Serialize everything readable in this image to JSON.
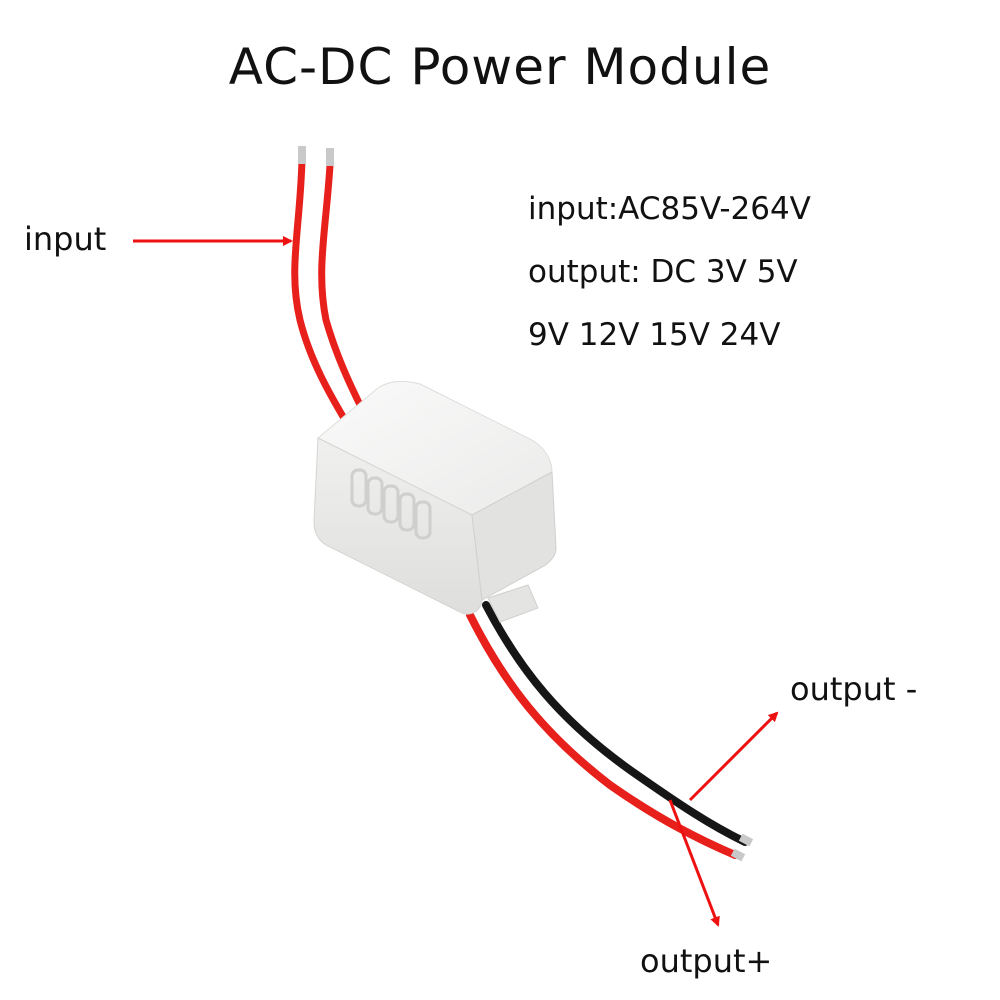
{
  "title": "AC-DC Power Module",
  "specs": {
    "line1": "input:AC85V-264V",
    "line2": "output: DC 3V 5V",
    "line3": "9V 12V 15V 24V"
  },
  "labels": {
    "input": "input",
    "output_minus": "output -",
    "output_plus": "output+"
  },
  "colors": {
    "arrow": "#ee1111",
    "wire_red": "#e8201c",
    "wire_black": "#161616",
    "module_body": "#f3f3f1",
    "background": "#ffffff"
  }
}
